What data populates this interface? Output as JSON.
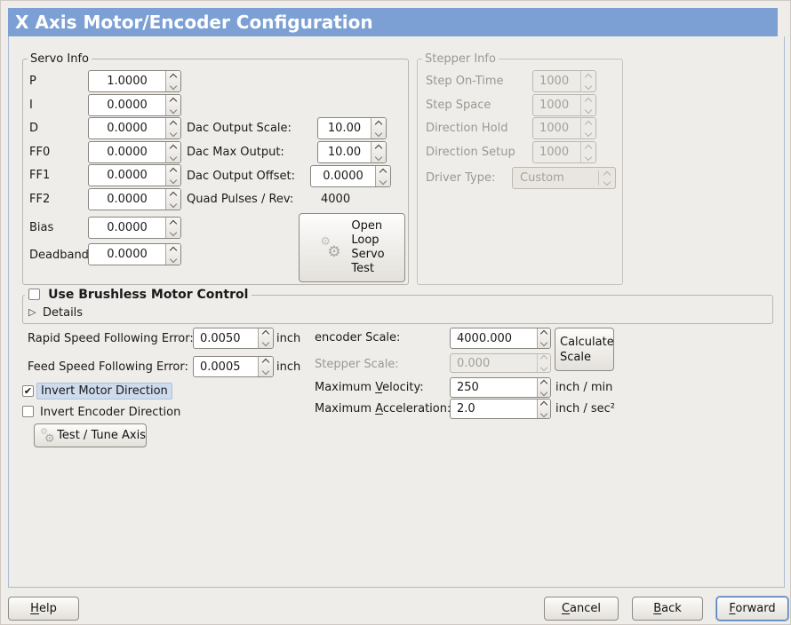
{
  "window": {
    "title": "X Axis Motor/Encoder Configuration"
  },
  "colors": {
    "titlebar": "#7ca0d3",
    "focus_ring": "#4f7cb8",
    "label_highlight": "#cddbed"
  },
  "servo": {
    "title": "Servo Info",
    "fields": [
      {
        "label": "P",
        "value": "1.0000"
      },
      {
        "label": "I",
        "value": "0.0000"
      },
      {
        "label": "D",
        "value": "0.0000"
      },
      {
        "label": "FF0",
        "value": "0.0000"
      },
      {
        "label": "FF1",
        "value": "0.0000"
      },
      {
        "label": "FF2",
        "value": "0.0000"
      },
      {
        "label": "Bias",
        "value": "0.0000"
      },
      {
        "label": "Deadband",
        "value": "0.0000"
      }
    ],
    "dac": [
      {
        "label": "Dac Output Scale:",
        "value": "10.00"
      },
      {
        "label": "Dac Max Output:",
        "value": "10.00"
      },
      {
        "label": "Dac Output Offset:",
        "value": "0.0000"
      }
    ],
    "quad_label": "Quad Pulses / Rev:",
    "quad_value": "4000",
    "open_loop": {
      "lines": [
        "Open",
        "Loop",
        "Servo",
        "Test"
      ]
    }
  },
  "stepper": {
    "title": "Stepper Info",
    "fields": [
      {
        "label": "Step On-Time",
        "value": "1000"
      },
      {
        "label": "Step Space",
        "value": "1000"
      },
      {
        "label": "Direction Hold",
        "value": "1000"
      },
      {
        "label": "Direction Setup",
        "value": "1000"
      }
    ],
    "driver_label": "Driver Type:",
    "driver_value": "Custom"
  },
  "brushless": {
    "label": "Use Brushless Motor Control",
    "details": "Details"
  },
  "errors": [
    {
      "label": "Rapid Speed Following Error:",
      "value": "0.0050",
      "unit": "inch"
    },
    {
      "label": "Feed Speed Following Error:",
      "value": "0.0005",
      "unit": "inch"
    }
  ],
  "invert": [
    {
      "label": "Invert Motor Direction",
      "checked": true,
      "glyph": "✔"
    },
    {
      "label": "Invert Encoder Direction",
      "checked": false,
      "glyph": ""
    }
  ],
  "test_tune": {
    "label": "Test / Tune Axis"
  },
  "scales": [
    {
      "label": "encoder Scale:",
      "value": "4000.000"
    },
    {
      "label": "Stepper Scale:",
      "value": "0.000"
    }
  ],
  "calculate": {
    "label": "Calculate Scale"
  },
  "motion": [
    {
      "pre": "Maximum ",
      "u": "V",
      "post": "elocity:",
      "value": "250",
      "unit": "inch / min"
    },
    {
      "pre": "Maximum ",
      "u": "A",
      "post": "cceleration:",
      "value": "2.0",
      "unit": "inch / sec²"
    }
  ],
  "footer": {
    "help": {
      "u": "H",
      "rest": "elp"
    },
    "cancel": {
      "u": "C",
      "rest": "ancel"
    },
    "back": {
      "u": "B",
      "rest": "ack"
    },
    "forward": {
      "u": "F",
      "rest": "orward"
    }
  }
}
